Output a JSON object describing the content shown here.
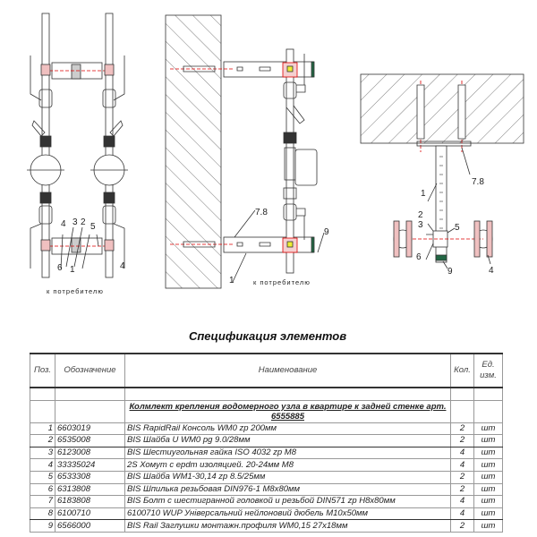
{
  "drawings": {
    "consumer_label_left": "к потребителю",
    "consumer_label_mid": "к потребителю",
    "left_callouts": [
      "4",
      "3",
      "2",
      "5",
      "6",
      "1",
      "4"
    ],
    "mid_callouts": [
      "7.8",
      "9",
      "1"
    ],
    "right_callouts": [
      "7.8",
      "1",
      "2",
      "3",
      "5",
      "6",
      "9",
      "4"
    ]
  },
  "spec": {
    "title": "Спецификация элементов",
    "headers": {
      "pos": "Поз.",
      "code": "Обозначение",
      "name": "Наименование",
      "qty": "Кол.",
      "unit_line1": "Ед.",
      "unit_line2": "изм."
    },
    "group_title": "Колмлект крепления водомерного узла в квартире к задней стенке арт. 6555885",
    "rows": [
      {
        "pos": "1",
        "code": "6603019",
        "name": "BIS RapidRail Консоль WM0 zp      200мм",
        "qty": "2",
        "unit": "шт"
      },
      {
        "pos": "2",
        "code": "6535008",
        "name": "BIS Шайба U WM0 pg            9.0/28мм",
        "qty": "2",
        "unit": "шт"
      },
      {
        "pos": "3",
        "code": "6123008",
        "name": "BIS Шестиугольная гайка ISO 4032 zp            M8",
        "qty": "4",
        "unit": "шт"
      },
      {
        "pos": "4",
        "code": "33335024",
        "name": " 2S Хомут с epdm изоляцией. 20-24мм M8",
        "qty": "4",
        "unit": "шт"
      },
      {
        "pos": "5",
        "code": "6533308",
        "name": "BIS Шайба WM1-30,14 zp         8.5/25мм",
        "qty": "2",
        "unit": "шт"
      },
      {
        "pos": "6",
        "code": "6313808",
        "name": "BIS Шпилька резьбовая DIN976-1        M8x80мм",
        "qty": "2",
        "unit": "шт"
      },
      {
        "pos": "7",
        "code": "6183808",
        "name": "BIS Болт с шестигранной головкой и резьбой DIN571 zp    H8x80мм",
        "qty": "4",
        "unit": "шт"
      },
      {
        "pos": "8",
        "code": "6100710",
        "name": "6100710 WUP Універсальний нейлоновий дюбель M10x50мм",
        "qty": "4",
        "unit": "шт"
      },
      {
        "pos": "9",
        "code": "6566000",
        "name": "BIS Rail Заглушки монтажн.профиля WM0,15          27x18мм",
        "qty": "2",
        "unit": "шт"
      }
    ]
  }
}
